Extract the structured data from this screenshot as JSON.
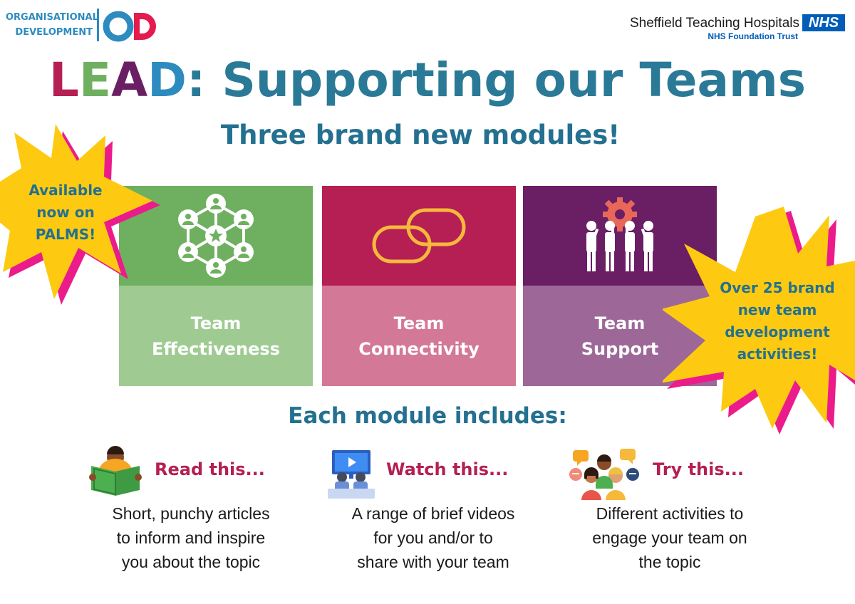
{
  "header": {
    "od_line1": "ORGANISATIONAL",
    "od_line2": "DEVELOPMENT",
    "od_mark": "OD",
    "trust_name": "Sheffield Teaching Hospitals",
    "trust_sub": "NHS Foundation Trust",
    "nhs_badge": "NHS"
  },
  "title": {
    "lead_l": "L",
    "lead_e": "E",
    "lead_a": "A",
    "lead_d": "D",
    "rest": ": Supporting our Teams",
    "colors": {
      "l": "#b51f54",
      "e": "#6fb060",
      "a": "#6a1f64",
      "d": "#2d8bbf",
      "rest": "#2a7a97"
    }
  },
  "subtitle": "Three brand new modules!",
  "callouts": {
    "left": "Available\nnow on\nPALMS!",
    "right": "Over 25 brand\nnew team\ndevelopment\nactivities!"
  },
  "modules": [
    {
      "label": "Team\nEffectiveness",
      "icon": "network-people-icon"
    },
    {
      "label": "Team\nConnectivity",
      "icon": "linked-rings-icon"
    },
    {
      "label": "Team\nSupport",
      "icon": "people-lifting-gear-icon"
    }
  ],
  "includes": {
    "heading": "Each module includes:",
    "items": [
      {
        "title": "Read this...",
        "desc": "Short, punchy articles\nto inform and inspire\nyou about the topic",
        "icon": "person-reading-icon"
      },
      {
        "title": "Watch this...",
        "desc": "A range of brief videos\nfor you and/or to\nshare with your team",
        "icon": "people-watching-screen-icon"
      },
      {
        "title": "Try this...",
        "desc": "Different activities to\nengage your team on\nthe topic",
        "icon": "people-chatting-icon"
      }
    ]
  },
  "colors": {
    "teal": "#247090",
    "nhs_blue": "#005eb8",
    "burst_yellow": "#fdca11",
    "burst_pink": "#ec1b8c"
  }
}
